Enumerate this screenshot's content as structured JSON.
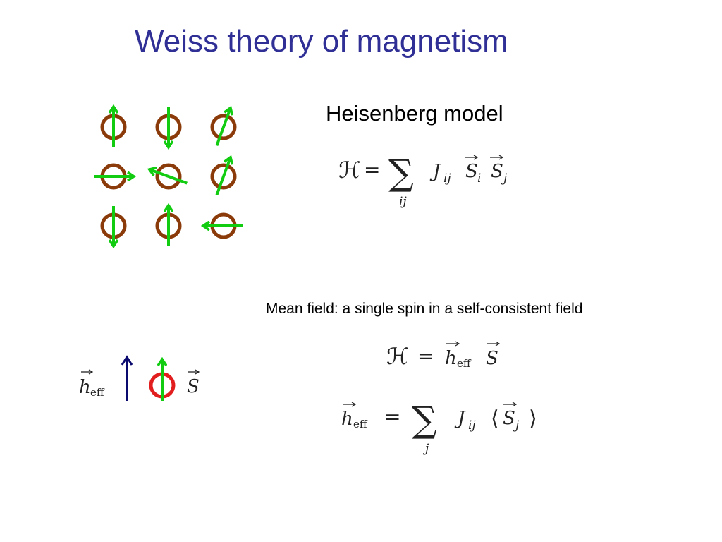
{
  "title": "Weiss theory of magnetism",
  "heisenberg": {
    "label": "Heisenberg model",
    "H": "ℋ",
    "eq": "=",
    "sum": "∑",
    "sum_index": "ij",
    "J": "J",
    "J_sub": "ij",
    "S": "S",
    "S_sub_i": "i",
    "S_sub_j": "j"
  },
  "mean_field": {
    "label": "Mean field: a single spin in a self-consistent field",
    "H": "ℋ",
    "eq": "=",
    "h": "h",
    "h_sub": "eff",
    "S": "S",
    "sum": "∑",
    "sum_index": "j",
    "J": "J",
    "J_sub": "ij",
    "S_sub": "j",
    "langle": "⟨",
    "rangle": "⟩"
  },
  "single_spin": {
    "h": "h",
    "h_sub": "eff",
    "S": "S"
  },
  "lattice": {
    "rows": 3,
    "cols": 3,
    "spin_angles_deg": [
      0,
      180,
      20,
      90,
      -70,
      20,
      180,
      0,
      -90
    ]
  },
  "colors": {
    "title": "#2f2f96",
    "site_ring": "#8b3a0a",
    "spin_arrow": "#11cc11",
    "single_ring": "#e11d1d",
    "field_arrow": "#0a0a6e"
  }
}
